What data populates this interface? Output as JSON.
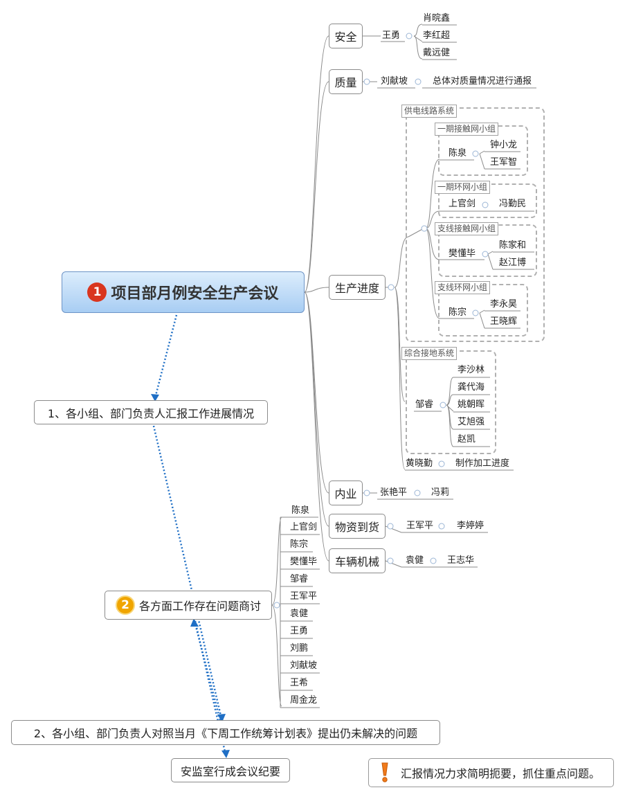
{
  "central": {
    "number": "1",
    "title": "项目部月例安全生产会议"
  },
  "left_nodes": {
    "report": "1、各小组、部门负责人汇报工作进展情况",
    "discuss_number": "2",
    "discuss": "各方面工作存在问题商讨",
    "compare": "2、各小组、部门负责人对照当月《下周工作统筹计划表》提出仍未解决的问题",
    "minutes": "安监室行成会议纪要"
  },
  "participants": [
    "陈泉",
    "上官剑",
    "陈宗",
    "樊懂毕",
    "邹睿",
    "王军平",
    "袁健",
    "王勇",
    "刘鹏",
    "刘献坡",
    "王希",
    "周金龙"
  ],
  "branches": {
    "safety": {
      "label": "安全",
      "lead": "王勇",
      "members": [
        "肖晥鑫",
        "李红超",
        "戴远健"
      ]
    },
    "quality": {
      "label": "质量",
      "lead": "刘献坡",
      "note": "总体对质量情况进行通报"
    },
    "progress": {
      "label": "生产进度",
      "power": {
        "label": "供电线路系统",
        "g1": {
          "label": "一期接触网小组",
          "lead": "陈泉",
          "members": [
            "钟小龙",
            "王军智"
          ]
        },
        "g2": {
          "label": "一期环网小组",
          "lead": "上官剑",
          "members": [
            "冯勤民"
          ]
        },
        "g3": {
          "label": "支线接触网小组",
          "lead": "樊懂毕",
          "members": [
            "陈家和",
            "赵江博"
          ]
        },
        "g4": {
          "label": "支线环网小组",
          "lead": "陈宗",
          "members": [
            "李永昊",
            "王晓辉"
          ]
        }
      },
      "ground": {
        "label": "综合接地系统",
        "lead": "邹睿",
        "members": [
          "李沙林",
          "龚代海",
          "姚朝晖",
          "艾旭强",
          "赵凯"
        ]
      },
      "processing": {
        "lead": "黄晓勤",
        "note": "制作加工进度"
      }
    },
    "internal": {
      "label": "内业",
      "lead": "张艳平",
      "member": "冯莉"
    },
    "materials": {
      "label": "物资到货",
      "lead": "王军平",
      "member": "李婷婷"
    },
    "vehicles": {
      "label": "车辆机械",
      "lead": "袁健",
      "member": "王志华"
    }
  },
  "tip": {
    "icon": "exclamation-icon",
    "text": "汇报情况力求简明扼要，抓住重点问题。"
  },
  "colors": {
    "arrow": "#1f6fc5",
    "badge1": "#d9361f",
    "badge2": "#f0a500",
    "line": "#8a8a8a"
  }
}
